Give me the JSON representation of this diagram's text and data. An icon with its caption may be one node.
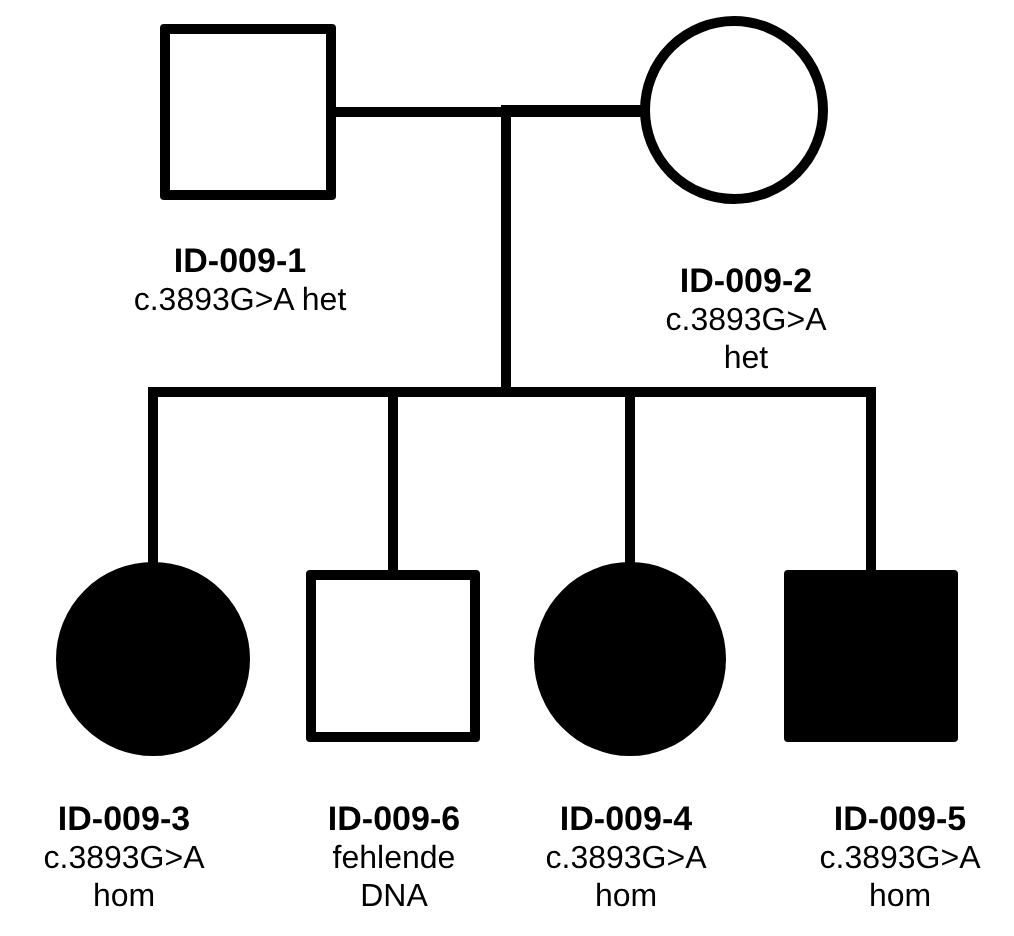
{
  "diagram": {
    "nodes": [
      {
        "text": [],
        "shape": "box",
        "beside": [
          "ID-009-1",
          "c.3893G>A het"
        ]
      },
      {
        "text": [],
        "shape": "circle",
        "beside": [
          "ID-009-2",
          "c.3893G>A het"
        ]
      },
      {
        "text": [],
        "shape": "circle",
        "beside": [
          "ID-009-3",
          "c.3893G>A hom"
        ]
      },
      {
        "text": [],
        "shape": "box",
        "beside": [
          "ID-009-6",
          "fehlende DNA"
        ]
      },
      {
        "text": [],
        "shape": "circle",
        "beside": [
          "ID-009-4",
          "c.3893G>A hom"
        ]
      },
      {
        "text": [],
        "shape": "box",
        "beside": [
          "ID-009-5",
          "c.3893G>A hom"
        ]
      }
    ],
    "edges": [
      {
        "from": 0,
        "to": 1,
        "arrow": "none"
      },
      {
        "from": 0,
        "to": 2,
        "arrow": "none"
      },
      {
        "from": 1,
        "to": 2,
        "arrow": "none"
      },
      {
        "from": 0,
        "to": 3,
        "arrow": "none"
      },
      {
        "from": 1,
        "to": 3,
        "arrow": "none"
      },
      {
        "from": 0,
        "to": 4,
        "arrow": "none"
      },
      {
        "from": 1,
        "to": 4,
        "arrow": "none"
      },
      {
        "from": 0,
        "to": 5,
        "arrow": "none"
      },
      {
        "from": 1,
        "to": 5,
        "arrow": "none"
      }
    ]
  }
}
